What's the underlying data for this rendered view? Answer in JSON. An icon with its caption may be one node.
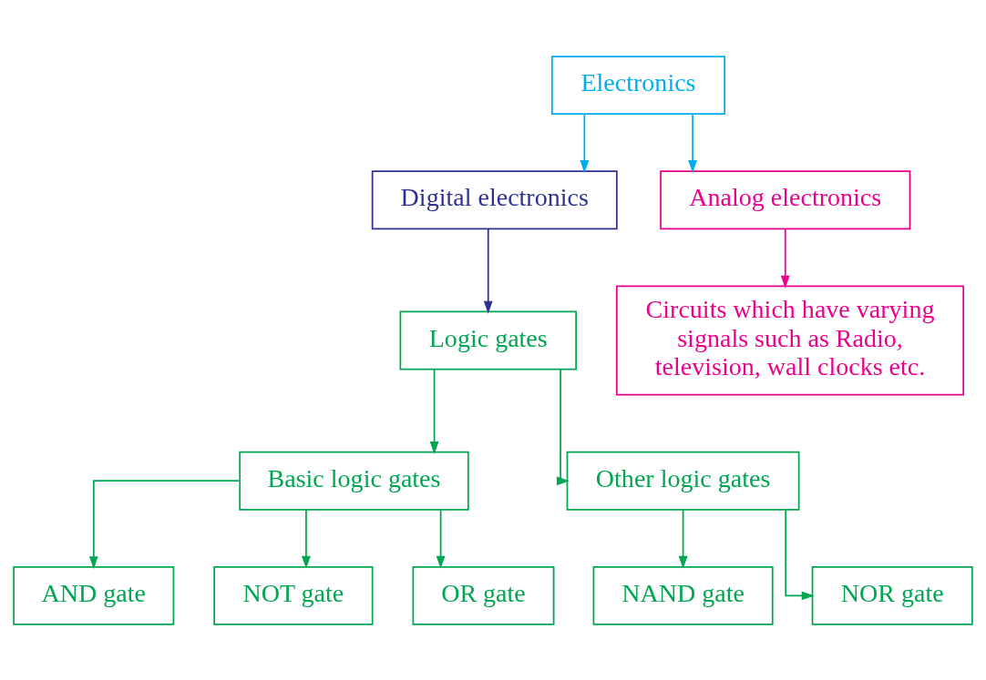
{
  "diagram": {
    "nodes": [
      {
        "text": [
          "Electronics"
        ]
      },
      {
        "text": [
          "Digital electronics"
        ]
      },
      {
        "text": [
          "Analog electronics"
        ]
      },
      {
        "text": [
          "Circuits which have varying signals such as Radio, television, wall clocks etc."
        ]
      },
      {
        "text": [
          "Logic gates"
        ]
      },
      {
        "text": [
          "Basic logic gates"
        ]
      },
      {
        "text": [
          "Other logic gates"
        ]
      },
      {
        "text": [
          "AND gate"
        ]
      },
      {
        "text": [
          "NOT gate"
        ]
      },
      {
        "text": [
          "OR gate"
        ]
      },
      {
        "text": [
          "NAND gate"
        ]
      },
      {
        "text": [
          "NOR gate"
        ]
      }
    ],
    "edges": [
      {
        "from": 0,
        "to": 1,
        "arrow": "to",
        "color": "#00aeef"
      },
      {
        "from": 0,
        "to": 2,
        "arrow": "to",
        "color": "#00aeef"
      },
      {
        "from": 1,
        "to": 4,
        "arrow": "to",
        "color": "#2e3192"
      },
      {
        "from": 2,
        "to": 3,
        "arrow": "to",
        "color": "#ec008c"
      },
      {
        "from": 4,
        "to": 5,
        "arrow": "to"
      },
      {
        "from": 4,
        "to": 6,
        "arrow": "to"
      },
      {
        "from": 5,
        "to": 7,
        "arrow": "to"
      },
      {
        "from": 5,
        "to": 8,
        "arrow": "to"
      },
      {
        "from": 5,
        "to": 9,
        "arrow": "to"
      },
      {
        "from": 6,
        "to": 10,
        "arrow": "to"
      },
      {
        "from": 6,
        "to": 11,
        "arrow": "to"
      }
    ]
  }
}
